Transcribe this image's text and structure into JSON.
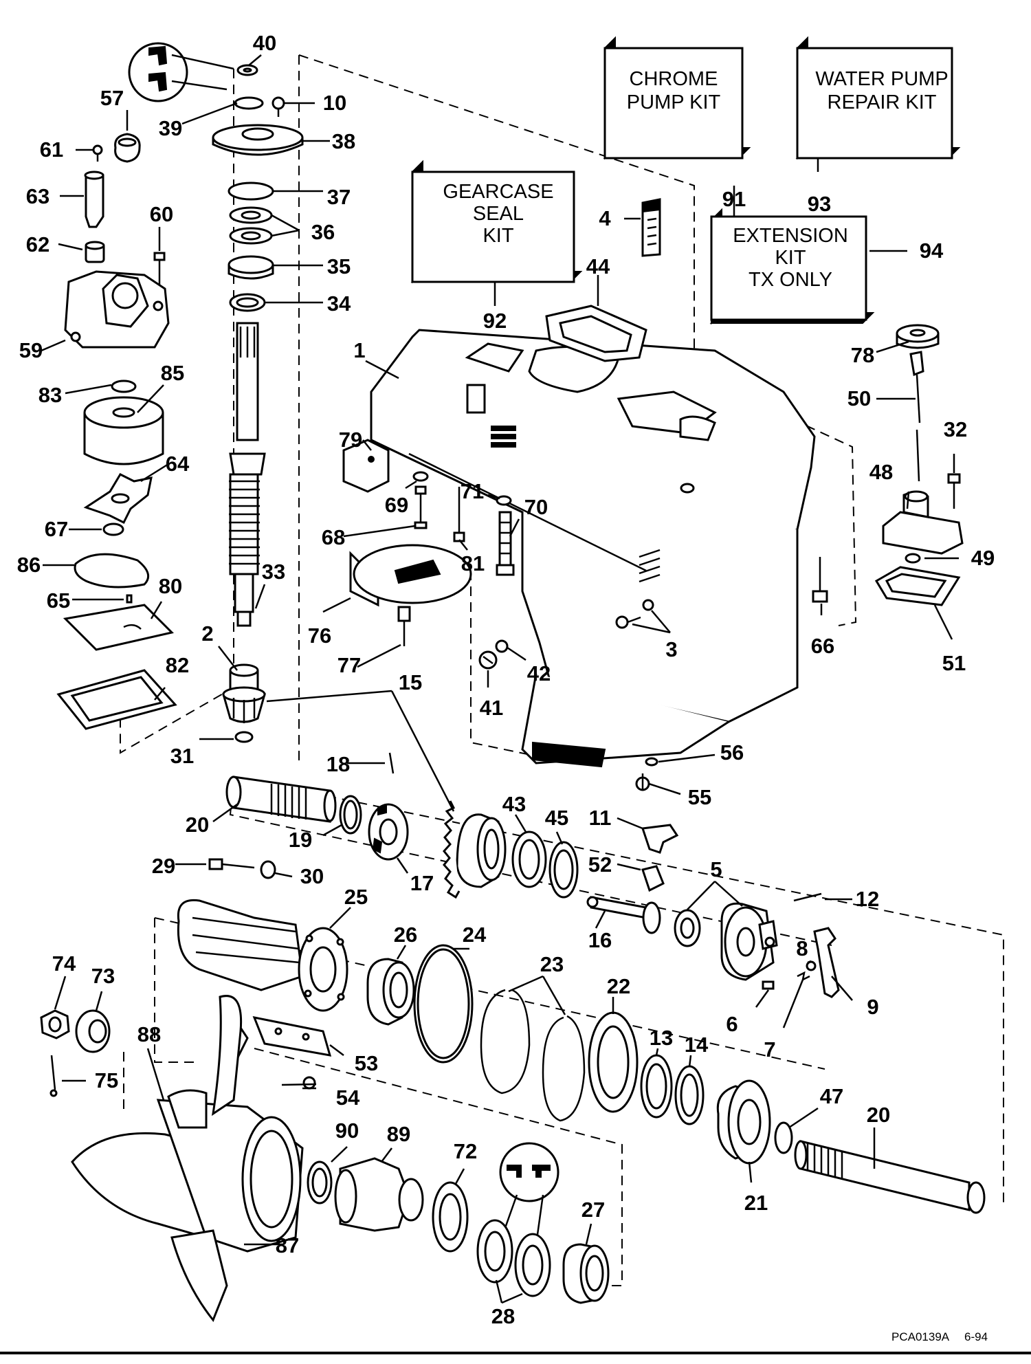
{
  "kits": {
    "chrome_pump": [
      "CHROME",
      "PUMP KIT"
    ],
    "water_pump": [
      "WATER PUMP",
      "REPAIR KIT"
    ],
    "gearcase_seal": [
      "GEARCASE",
      "SEAL",
      "KIT"
    ],
    "extension": [
      "EXTENSION",
      "KIT",
      "TX ONLY"
    ]
  },
  "labels": {
    "l1": "1",
    "l2": "2",
    "l3": "3",
    "l4": "4",
    "l5": "5",
    "l6": "6",
    "l7": "7",
    "l8": "8",
    "l9": "9",
    "l10": "10",
    "l11": "11",
    "l12": "12",
    "l13": "13",
    "l14": "14",
    "l15": "15",
    "l16": "16",
    "l17": "17",
    "l18": "18",
    "l19": "19",
    "l20a": "20",
    "l20b": "20",
    "l21": "21",
    "l22": "22",
    "l23": "23",
    "l24": "24",
    "l25": "25",
    "l26": "26",
    "l27": "27",
    "l28": "28",
    "l29": "29",
    "l30": "30",
    "l31": "31",
    "l32": "32",
    "l33": "33",
    "l34": "34",
    "l35": "35",
    "l36": "36",
    "l37": "37",
    "l38": "38",
    "l39": "39",
    "l40": "40",
    "l41": "41",
    "l42": "42",
    "l43": "43",
    "l44": "44",
    "l45": "45",
    "l47": "47",
    "l48": "48",
    "l49": "49",
    "l50": "50",
    "l51": "51",
    "l52": "52",
    "l53": "53",
    "l54": "54",
    "l55": "55",
    "l56": "56",
    "l57": "57",
    "l59": "59",
    "l60": "60",
    "l61": "61",
    "l62": "62",
    "l63": "63",
    "l64": "64",
    "l65": "65",
    "l66": "66",
    "l67": "67",
    "l68": "68",
    "l69": "69",
    "l70": "70",
    "l71": "71",
    "l72": "72",
    "l73": "73",
    "l74": "74",
    "l75": "75",
    "l76": "76",
    "l77": "77",
    "l78": "78",
    "l79": "79",
    "l80": "80",
    "l81": "81",
    "l82": "82",
    "l83": "83",
    "l85": "85",
    "l86": "86",
    "l87": "87",
    "l88": "88",
    "l89": "89",
    "l90": "90",
    "l91": "91",
    "l92": "92",
    "l93": "93",
    "l94": "94"
  },
  "drawing_code": "PCA0139A",
  "drawing_date": "6-94"
}
